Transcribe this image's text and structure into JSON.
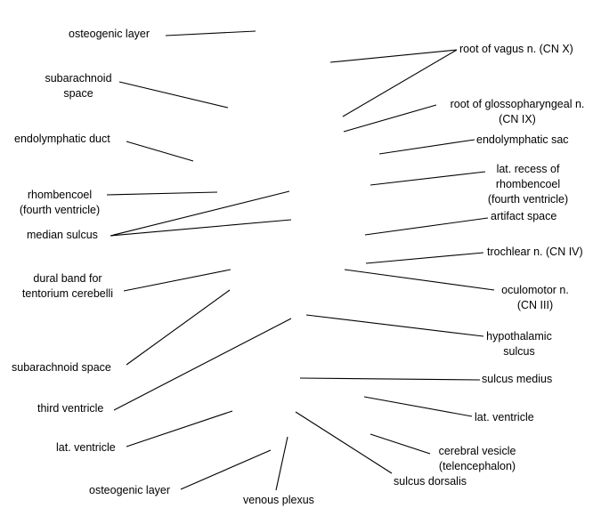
{
  "labels": {
    "osteogenic_layer_top": [
      "osteogenic layer"
    ],
    "subarachnoid_space_upper": [
      "subarachnoid",
      "space"
    ],
    "endolymphatic_duct": [
      "endolymphatic duct"
    ],
    "rhombencoel_left": [
      "rhombencoel",
      "(fourth ventricle)"
    ],
    "median_sulcus": [
      "median sulcus"
    ],
    "dural_band": [
      "dural band for",
      "tentorium cerebelli"
    ],
    "subarachnoid_space_lower": [
      "subarachnoid space"
    ],
    "third_ventricle": [
      "third ventricle"
    ],
    "lat_ventricle_left": [
      "lat. ventricle"
    ],
    "osteogenic_layer_bottom": [
      "osteogenic layer"
    ],
    "venous_plexus": [
      "venous plexus"
    ],
    "root_of_vagus": [
      "root of vagus n. (CN X)"
    ],
    "root_of_glossopharyngeal": [
      "root of glossopharyngeal n.",
      "(CN IX)"
    ],
    "endolymphatic_sac": [
      "endolymphatic sac"
    ],
    "lat_recess": [
      "lat. recess of",
      "rhombencoel",
      "(fourth ventricle)"
    ],
    "artifact_space": [
      "artifact space"
    ],
    "trochlear_n": [
      "trochlear n. (CN IV)"
    ],
    "oculomotor_n": [
      "oculomotor n.",
      "(CN III)"
    ],
    "hypothalamic_sulcus": [
      "hypothalamic",
      "sulcus"
    ],
    "sulcus_medius": [
      "sulcus medius"
    ],
    "lat_ventricle_right": [
      "lat. ventricle"
    ],
    "cerebral_vesicle": [
      "cerebral vesicle",
      "(telencephalon)"
    ],
    "sulcus_dorsalis": [
      "sulcus dorsalis"
    ]
  }
}
